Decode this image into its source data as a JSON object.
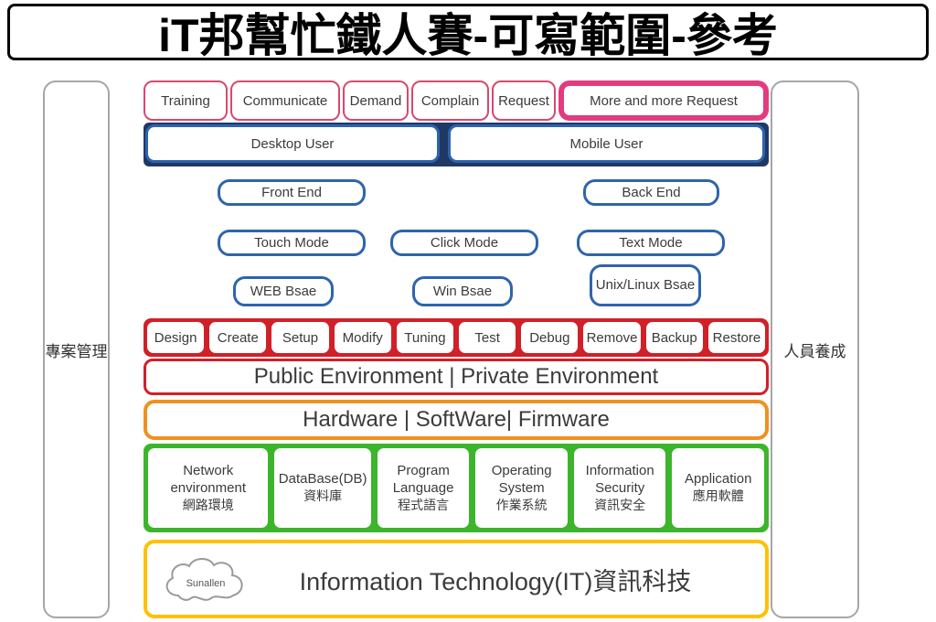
{
  "title": "iT邦幫忙鐵人賽-可寫範圍-參考",
  "left_panel": "專案管理",
  "right_panel": "人員養成",
  "requests": [
    "Training",
    "Communicate",
    "Demand",
    "Complain",
    "Request"
  ],
  "highlighted_request": "More and more Request",
  "users": [
    "Desktop User",
    "Mobile User"
  ],
  "ends": [
    "Front End",
    "Back End"
  ],
  "modes": [
    "Touch Mode",
    "Click Mode",
    "Text Mode"
  ],
  "bases": [
    "WEB Bsae",
    "Win Bsae",
    "Unix/Linux Bsae"
  ],
  "operations": [
    "Design",
    "Create",
    "Setup",
    "Modify",
    "Tuning",
    "Test",
    "Debug",
    "Remove",
    "Backup",
    "Restore"
  ],
  "environment": "Public Environment | Private Environment",
  "hardware": "Hardware | SoftWare| Firmware",
  "tech": [
    {
      "en": "Network environment",
      "zh": "網路環境"
    },
    {
      "en": "DataBase(DB)",
      "zh": "資料庫"
    },
    {
      "en": "Program Language",
      "zh": "程式語言"
    },
    {
      "en": "Operating System",
      "zh": "作業系統"
    },
    {
      "en": "Information Security",
      "zh": "資訊安全"
    },
    {
      "en": "Application",
      "zh": "應用軟體"
    }
  ],
  "footer": {
    "cloud_label": "Sunallen",
    "text": "Information Technology(IT)資訊科技"
  },
  "colors": {
    "pink": "#d9486e",
    "highlight_pink": "#e23c7e",
    "blue": "#2e64ad",
    "navy_band": "#1f3864",
    "red": "#d02028",
    "orange": "#f0911e",
    "green": "#3cb52d",
    "yellow": "#ffc000",
    "gray_border": "#a6a6a6"
  }
}
